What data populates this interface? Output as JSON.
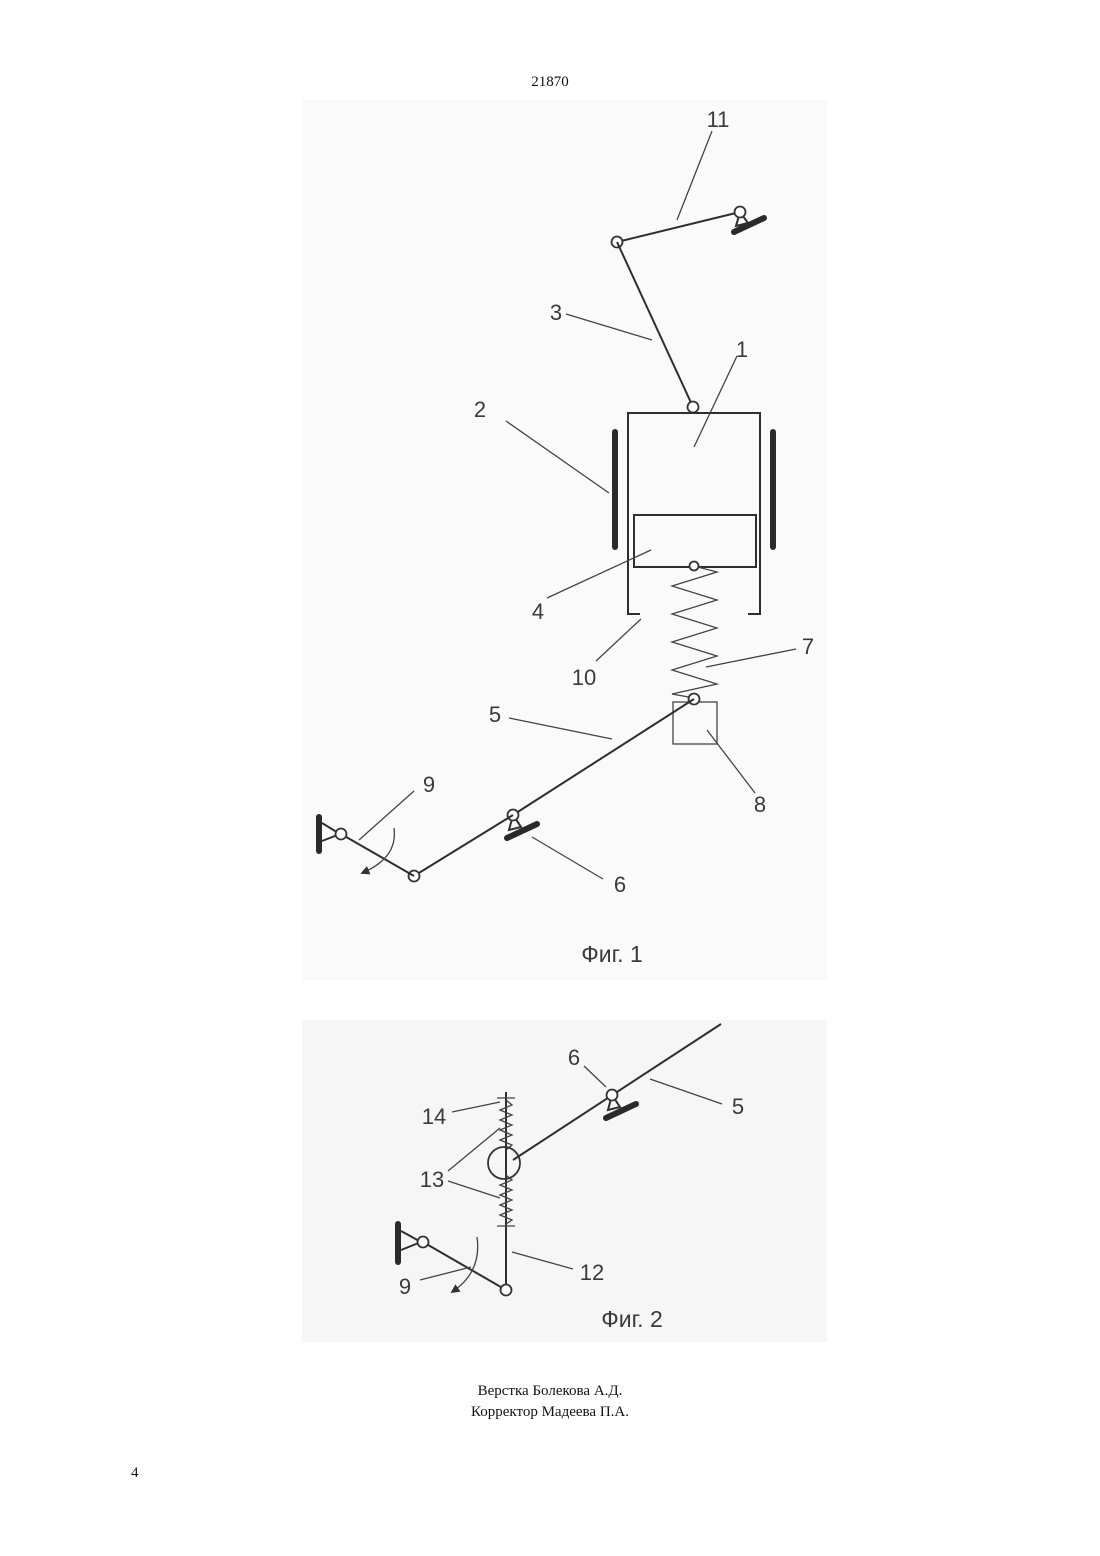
{
  "header": {
    "document_number": "21870"
  },
  "figure1": {
    "caption": "Фиг. 1",
    "labels": {
      "l1": "1",
      "l2": "2",
      "l3": "3",
      "l4": "4",
      "l5": "5",
      "l6": "6",
      "l7": "7",
      "l8": "8",
      "l9": "9",
      "l10": "10",
      "l11": "11"
    }
  },
  "figure2": {
    "caption": "Фиг. 2",
    "labels": {
      "l5": "5",
      "l6": "6",
      "l9": "9",
      "l12": "12",
      "l13": "13",
      "l14": "14"
    }
  },
  "footer": {
    "credit_layout": "Верстка Болекова А.Д.",
    "credit_proofreader": "Корректор Мадеева П.А.",
    "page_number": "4"
  }
}
